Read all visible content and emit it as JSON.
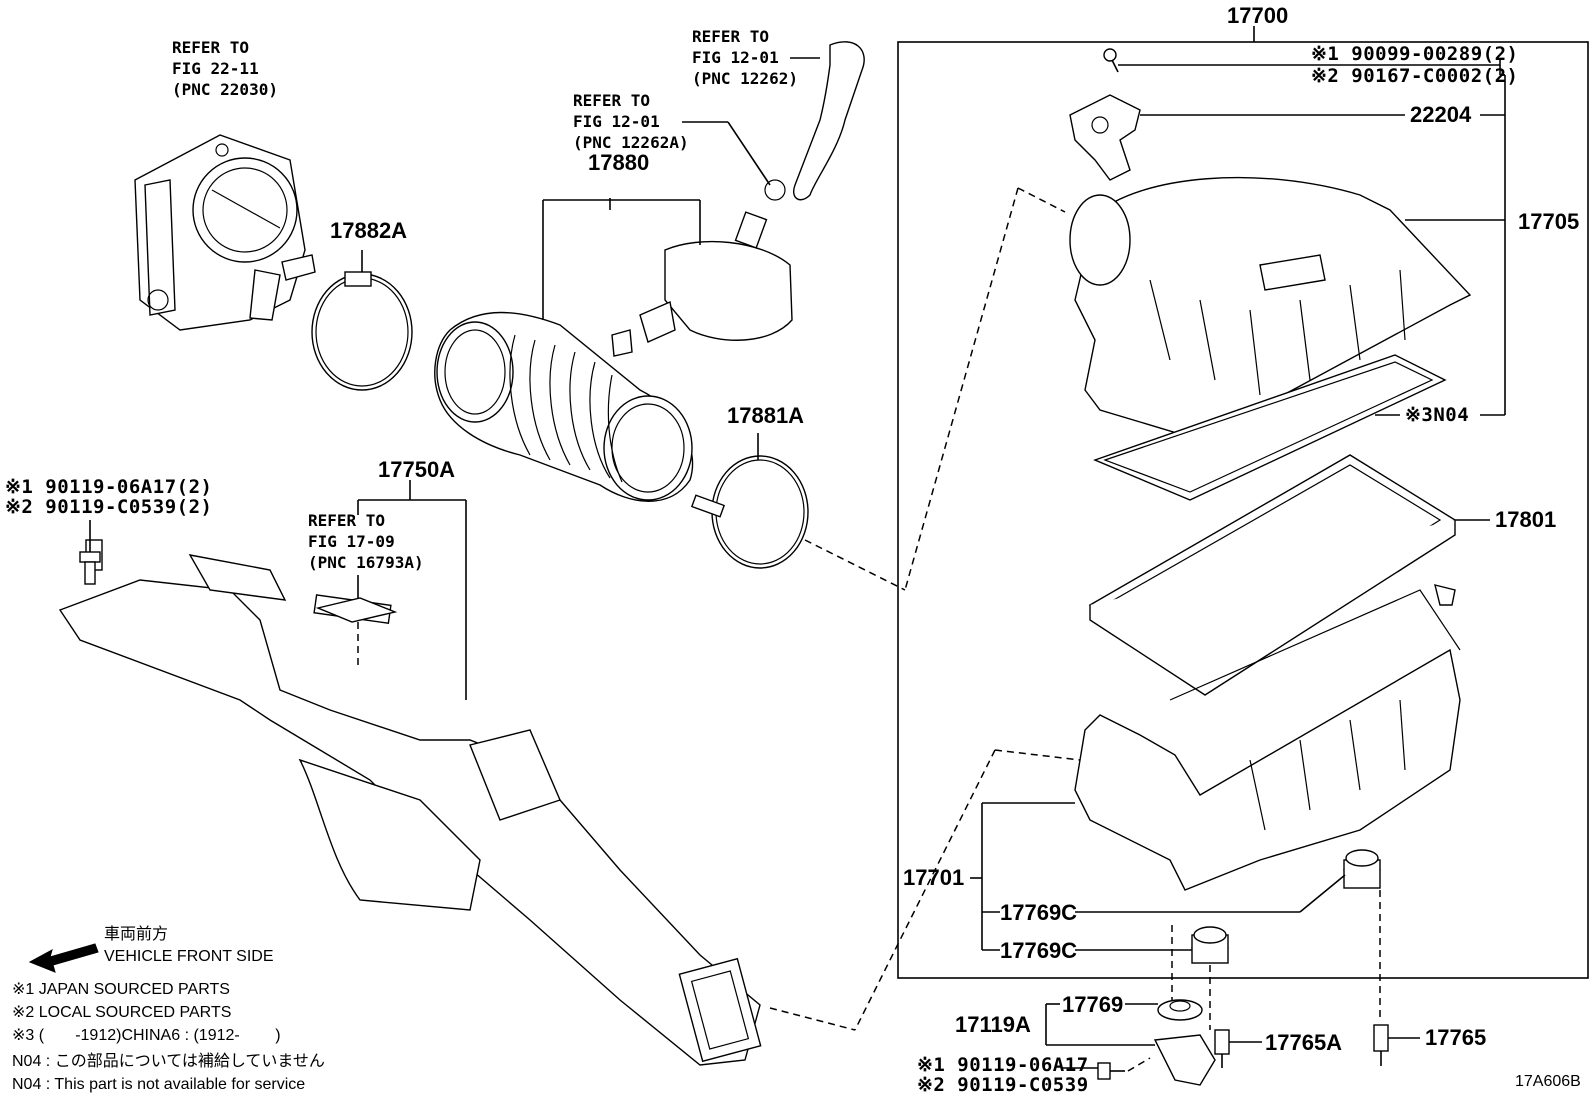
{
  "labels": {
    "p17700": "17700",
    "p22204": "22204",
    "p17705": "17705",
    "n04_top": "※3N04",
    "p17801": "17801",
    "p17701": "17701",
    "p17769c_a": "17769C",
    "p17769c_b": "17769C",
    "p17769": "17769",
    "p17119a": "17119A",
    "p17765a": "17765A",
    "p17765": "17765",
    "p17880": "17880",
    "p17882a": "17882A",
    "p17881a": "17881A",
    "p17750a": "17750A",
    "bolt_top_1": "※1 90099-00289(2)",
    "bolt_top_2": "※2 90167-C0002(2)",
    "bolt_left_1": "※1 90119-06A17(2)",
    "bolt_left_2": "※2 90119-C0539(2)",
    "bolt_bot_1": "※1 90119-06A17",
    "bolt_bot_2": "※2 90119-C0539",
    "ref_throttle": "REFER TO\nFIG 22-11\n(PNC 22030)",
    "ref_hose_top": "REFER TO\nFIG 12-01\n(PNC 12262)",
    "ref_hose_mid": "REFER TO\nFIG 12-01\n(PNC 12262A)",
    "ref_duct": "REFER TO\nFIG 17-09\n(PNC 16793A)",
    "figure_code": "17A606B"
  },
  "notes": {
    "front_jp": "車両前方",
    "front_en": "VEHICLE FRONT SIDE",
    "n1": "※1 JAPAN SOURCED PARTS",
    "n2": "※2 LOCAL SOURCED PARTS",
    "n3": "※3 (       -1912)CHINA6 : (1912-        )",
    "n4_jp": "N04 : この部品については補給していません",
    "n4_en": "N04 : This part is not available for service"
  }
}
